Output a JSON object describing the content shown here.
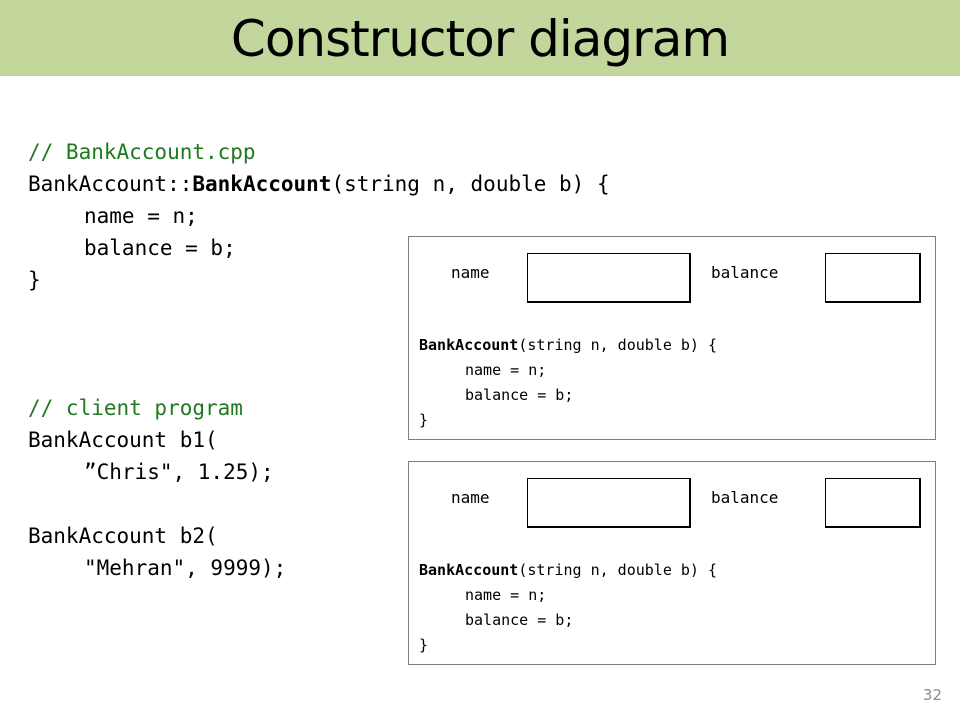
{
  "slide": {
    "title": "Constructor diagram",
    "number": "32"
  },
  "impl_code": {
    "comment": "// BankAccount.cpp",
    "sig_class": "BankAccount::",
    "sig_method": "BankAccount",
    "sig_rest": "(string n, double b) {",
    "line_name": "name = n;",
    "line_balance": "balance = b;",
    "close": "}"
  },
  "client_code": {
    "comment": "// client program",
    "b1_decl": "BankAccount b1(",
    "b1_args": "”Chris\", 1.25);",
    "b2_decl": "BankAccount b2(",
    "b2_args": "\"Mehran\", 9999);"
  },
  "objects": [
    {
      "name_label": "name",
      "balance_label": "balance",
      "ctor_name": "BankAccount",
      "ctor_params": "(string n, double b) {",
      "line_name": "name = n;",
      "line_balance": "balance = b;",
      "close": "}"
    },
    {
      "name_label": "name",
      "balance_label": "balance",
      "ctor_name": "BankAccount",
      "ctor_params": "(string n, double b) {",
      "line_name": "name = n;",
      "line_balance": "balance = b;",
      "close": "}"
    }
  ]
}
